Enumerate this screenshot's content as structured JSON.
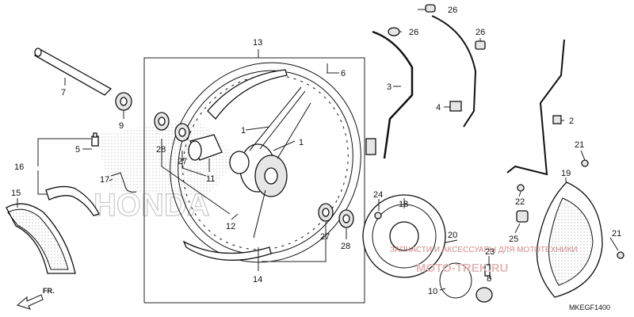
{
  "diagram": {
    "code": "MKEGF1400",
    "direction_label": "FR.",
    "brand": "HONDA",
    "watermark_line1": "ЗАПЧАСТИ И АКСЕССУАРЫ ДЛЯ МОТОТЕХНИКИ",
    "watermark_line2": "MOTO-TREK.RU",
    "callouts": {
      "c1a": "1",
      "c1b": "1",
      "c2": "2",
      "c3": "3",
      "c4": "4",
      "c5": "5",
      "c6": "6",
      "c7": "7",
      "c8": "8",
      "c9": "9",
      "c10": "10",
      "c11": "11",
      "c12": "12",
      "c13": "13",
      "c14": "14",
      "c15": "15",
      "c16": "16",
      "c17": "17",
      "c18": "18",
      "c19": "19",
      "c20": "20",
      "c21a": "21",
      "c21b": "21",
      "c22": "22",
      "c23": "23",
      "c24": "24",
      "c25": "25",
      "c26a": "26",
      "c26b": "26",
      "c26c": "26",
      "c27a": "27",
      "c27b": "27",
      "c28a": "28",
      "c28b": "28"
    }
  }
}
